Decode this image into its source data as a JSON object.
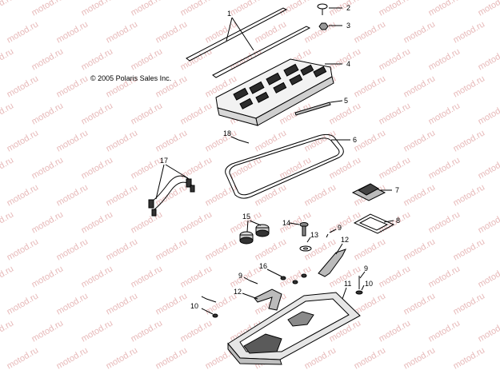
{
  "copyright": "© 2005 Polaris Sales Inc.",
  "watermark_text": "motod.ru",
  "colors": {
    "line": "#000000",
    "watermark": "#e7b9b9",
    "background": "#ffffff"
  },
  "callouts": {
    "c1": "1",
    "c2": "2",
    "c3": "3",
    "c4": "4",
    "c5": "5",
    "c6": "6",
    "c7": "7",
    "c8": "8",
    "c9a": "9",
    "c9b": "9",
    "c9c": "9",
    "c10a": "10",
    "c10b": "10",
    "c11": "11",
    "c12a": "12",
    "c12b": "12",
    "c13": "13",
    "c14": "14",
    "c15": "15",
    "c16": "16",
    "c17": "17",
    "c18": "18"
  }
}
